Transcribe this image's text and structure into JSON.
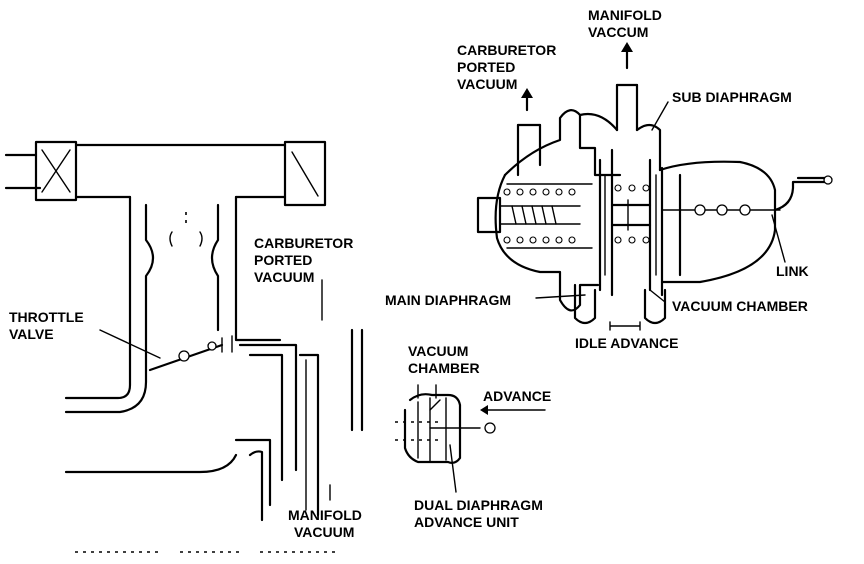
{
  "labels": {
    "manifold_vaccum": [
      "MANIFOLD",
      "VACCUM"
    ],
    "carburetor_ported_vacuum_top": [
      "CARBURETOR",
      "PORTED",
      "VACUUM"
    ],
    "sub_diaphragm": "SUB DIAPHRAGM",
    "link": "LINK",
    "main_diaphragm": "MAIN DIAPHRAGM",
    "vacuum_chamber_right": "VACUUM CHAMBER",
    "idle_advance": "IDLE ADVANCE",
    "carburetor_ported_vacuum_mid": [
      "CARBURETOR",
      "PORTED",
      "VACUUM"
    ],
    "throttle_valve": [
      "THROTTLE",
      "VALVE"
    ],
    "vacuum_chamber_small": [
      "VACUUM",
      "CHAMBER"
    ],
    "advance": "ADVANCE",
    "dual_diaphragm_unit": [
      "DUAL DIAPHRAGM",
      "ADVANCE UNIT"
    ],
    "manifold_vacuum_bottom": [
      "MANIFOLD",
      "VACUUM"
    ]
  }
}
